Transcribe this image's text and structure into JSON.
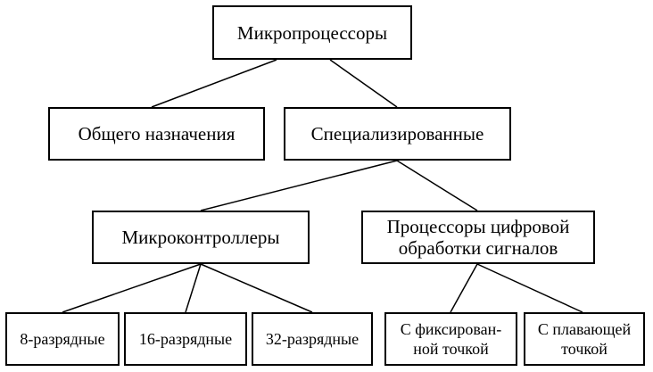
{
  "diagram": {
    "nodes": {
      "root": "Микропроцессоры",
      "general": "Общего назначения",
      "special": "Специализированные",
      "mcu": "Микроконтроллеры",
      "dsp": "Процессоры цифровой обработки сигналов",
      "bit8": "8-разрядные",
      "bit16": "16-разрядные",
      "bit32": "32-разрядные",
      "fixed": "С фиксирован-ной точкой",
      "float": "С плавающей точкой"
    },
    "line_color": "#000000"
  }
}
